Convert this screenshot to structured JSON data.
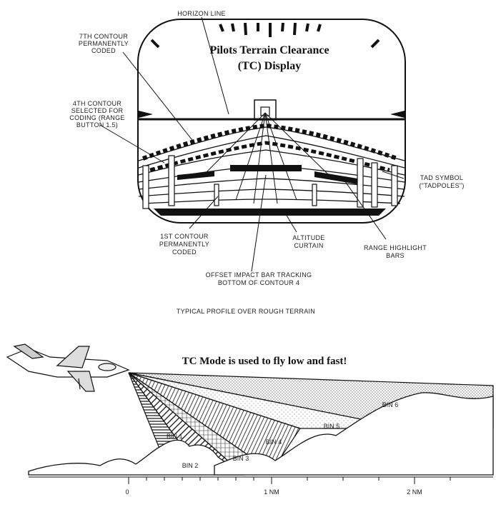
{
  "display": {
    "title_line1": "Pilots Terrain Clearance",
    "title_line2": "(TC) Display",
    "labels": {
      "horizon_line": "HORIZON LINE",
      "seventh_contour": [
        "7TH CONTOUR",
        "PERMANENTLY",
        "CODED"
      ],
      "fourth_contour": [
        "4TH CONTOUR",
        "SELECTED FOR",
        "CODING (RANGE",
        "BUTTON 1.5)"
      ],
      "tad_symbol": [
        "TAD SYMBOL",
        "(\"TADPOLES\")"
      ],
      "first_contour": [
        "1ST CONTOUR",
        "PERMANENTLY",
        "CODED"
      ],
      "altitude_curtain": [
        "ALTITUDE",
        "CURTAIN"
      ],
      "range_highlight": [
        "RANGE HIGHLIGHT",
        "BARS"
      ],
      "offset_impact": [
        "OFFSET IMPACT BAR TRACKING",
        "BOTTOM OF CONTOUR 4"
      ]
    },
    "caption": "TYPICAL PROFILE OVER ROUGH TERRAIN"
  },
  "profile": {
    "headline": "TC Mode is used to fly low and fast!",
    "bins": [
      "BIN 1",
      "BIN 2",
      "BIN 3",
      "BIN 4",
      "BIN 5",
      "BIN 6"
    ],
    "axis_ticks": [
      "0",
      "1 NM",
      "2 NM"
    ]
  },
  "colors": {
    "ink": "#111111",
    "paper": "#ffffff"
  }
}
